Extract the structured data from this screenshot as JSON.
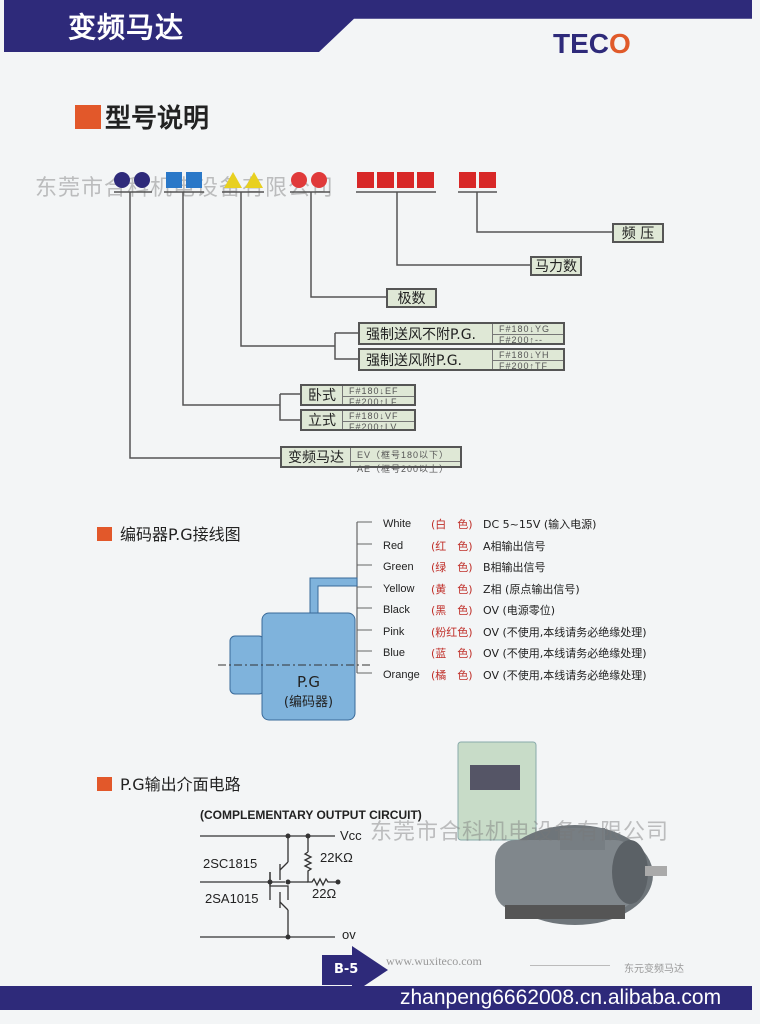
{
  "header": {
    "title": "变频马达",
    "logo": "TECO"
  },
  "model_section": {
    "title": "型号说明",
    "watermark": "东莞市合科机电设备有限公司",
    "labels": {
      "voltage": "频 压",
      "horsepower": "马力数",
      "poles": "极数"
    },
    "ventilation": [
      {
        "label": "强制送风不附P.G.",
        "codes": [
          "F#180↓YG",
          "F#200↑--"
        ]
      },
      {
        "label": "强制送风附P.G.",
        "codes": [
          "F#180↓YH",
          "F#200↑TF"
        ]
      }
    ],
    "mounting": [
      {
        "label": "卧式",
        "codes": [
          "F#180↓EF",
          "F#200↑LF"
        ]
      },
      {
        "label": "立式",
        "codes": [
          "F#180↓VF",
          "F#200↑LV"
        ]
      }
    ],
    "motor": {
      "label": "变频马达",
      "codes": [
        "EV（框号180以下）",
        "AE（框号200以上）"
      ]
    }
  },
  "pg_section": {
    "title": "编码器P.G接线图",
    "encoder_label": "P.G",
    "encoder_sub": "(编码器)",
    "wires": [
      {
        "en": "White",
        "cn": "(白　色)",
        "desc": "DC 5~15V (输入电源)"
      },
      {
        "en": "Red",
        "cn": "(红　色)",
        "desc": "A相输出信号"
      },
      {
        "en": "Green",
        "cn": "(绿　色)",
        "desc": "B相输出信号"
      },
      {
        "en": "Yellow",
        "cn": "(黄　色)",
        "desc": "Z相 (原点输出信号)"
      },
      {
        "en": "Black",
        "cn": "(黑　色)",
        "desc": "OV (电源零位)"
      },
      {
        "en": "Pink",
        "cn": "(粉红色)",
        "desc": "OV (不使用,本线请务必绝缘处理)"
      },
      {
        "en": "Blue",
        "cn": "(蓝　色)",
        "desc": "OV (不使用,本线请务必绝缘处理)"
      },
      {
        "en": "Orange",
        "cn": "(橘　色)",
        "desc": "OV (不使用,本线请务必绝缘处理)"
      }
    ]
  },
  "circuit_section": {
    "title": "P.G输出介面电路",
    "subtitle": "(COMPLEMENTARY OUTPUT CIRCUIT)",
    "vcc": "Vcc",
    "ov": "ov",
    "r1": "22KΩ",
    "r2": "22Ω",
    "t1": "2SC1815",
    "t2": "2SA1015",
    "watermark": "东莞市合科机电设备有限公司"
  },
  "footer": {
    "page": "B-5",
    "url": "www.wuxiteco.com",
    "small": "东元变频马达",
    "banner": "zhanpeng6662008.cn.alibaba.com"
  }
}
